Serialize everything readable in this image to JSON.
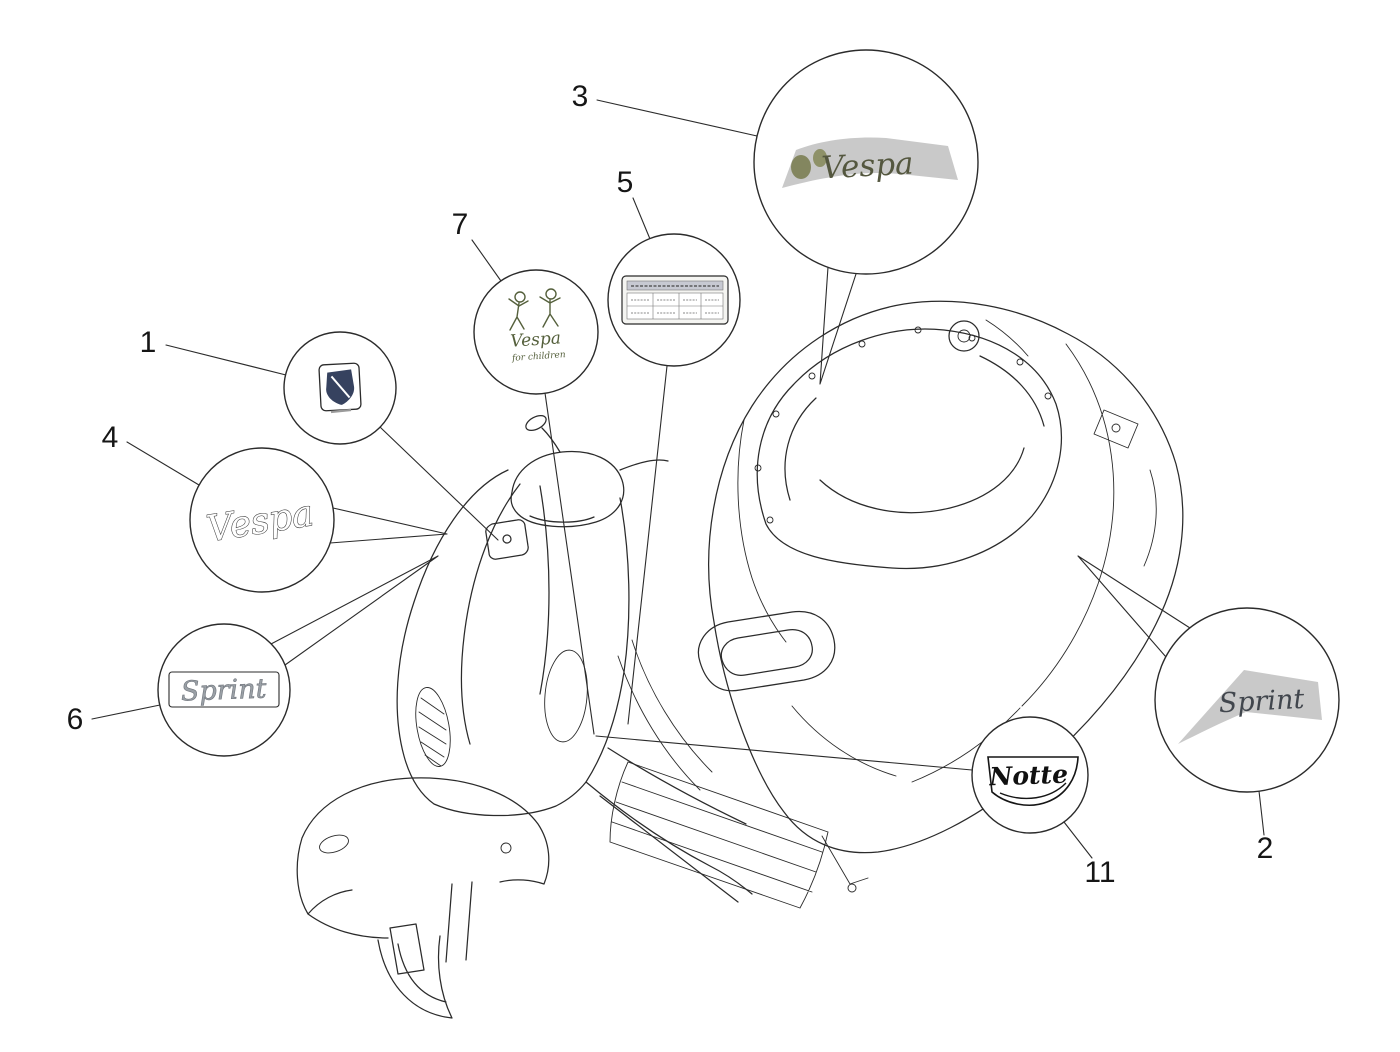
{
  "diagram": {
    "description": "Scooter plates and emblems exploded parts diagram",
    "line_color": "#2b2b2b",
    "decal_gray": "#c9c9c9"
  },
  "callouts": {
    "c1": {
      "number": "1",
      "item": "piaggio-shield-emblem"
    },
    "c2": {
      "number": "2",
      "item": "sprint-side-decal",
      "text": "Sprint"
    },
    "c3": {
      "number": "3",
      "item": "vespa-body-decal",
      "text": "Vespa"
    },
    "c4": {
      "number": "4",
      "item": "vespa-legshield-emblem",
      "text": "Vespa"
    },
    "c5": {
      "number": "5",
      "item": "identification-data-plate"
    },
    "c6": {
      "number": "6",
      "item": "sprint-nameplate",
      "text": "Sprint"
    },
    "c7": {
      "number": "7",
      "item": "vespa-for-children-decal",
      "text": "Vespa",
      "subtext": "for children"
    },
    "c11": {
      "number": "11",
      "item": "notte-badge",
      "text": "Notte"
    }
  }
}
